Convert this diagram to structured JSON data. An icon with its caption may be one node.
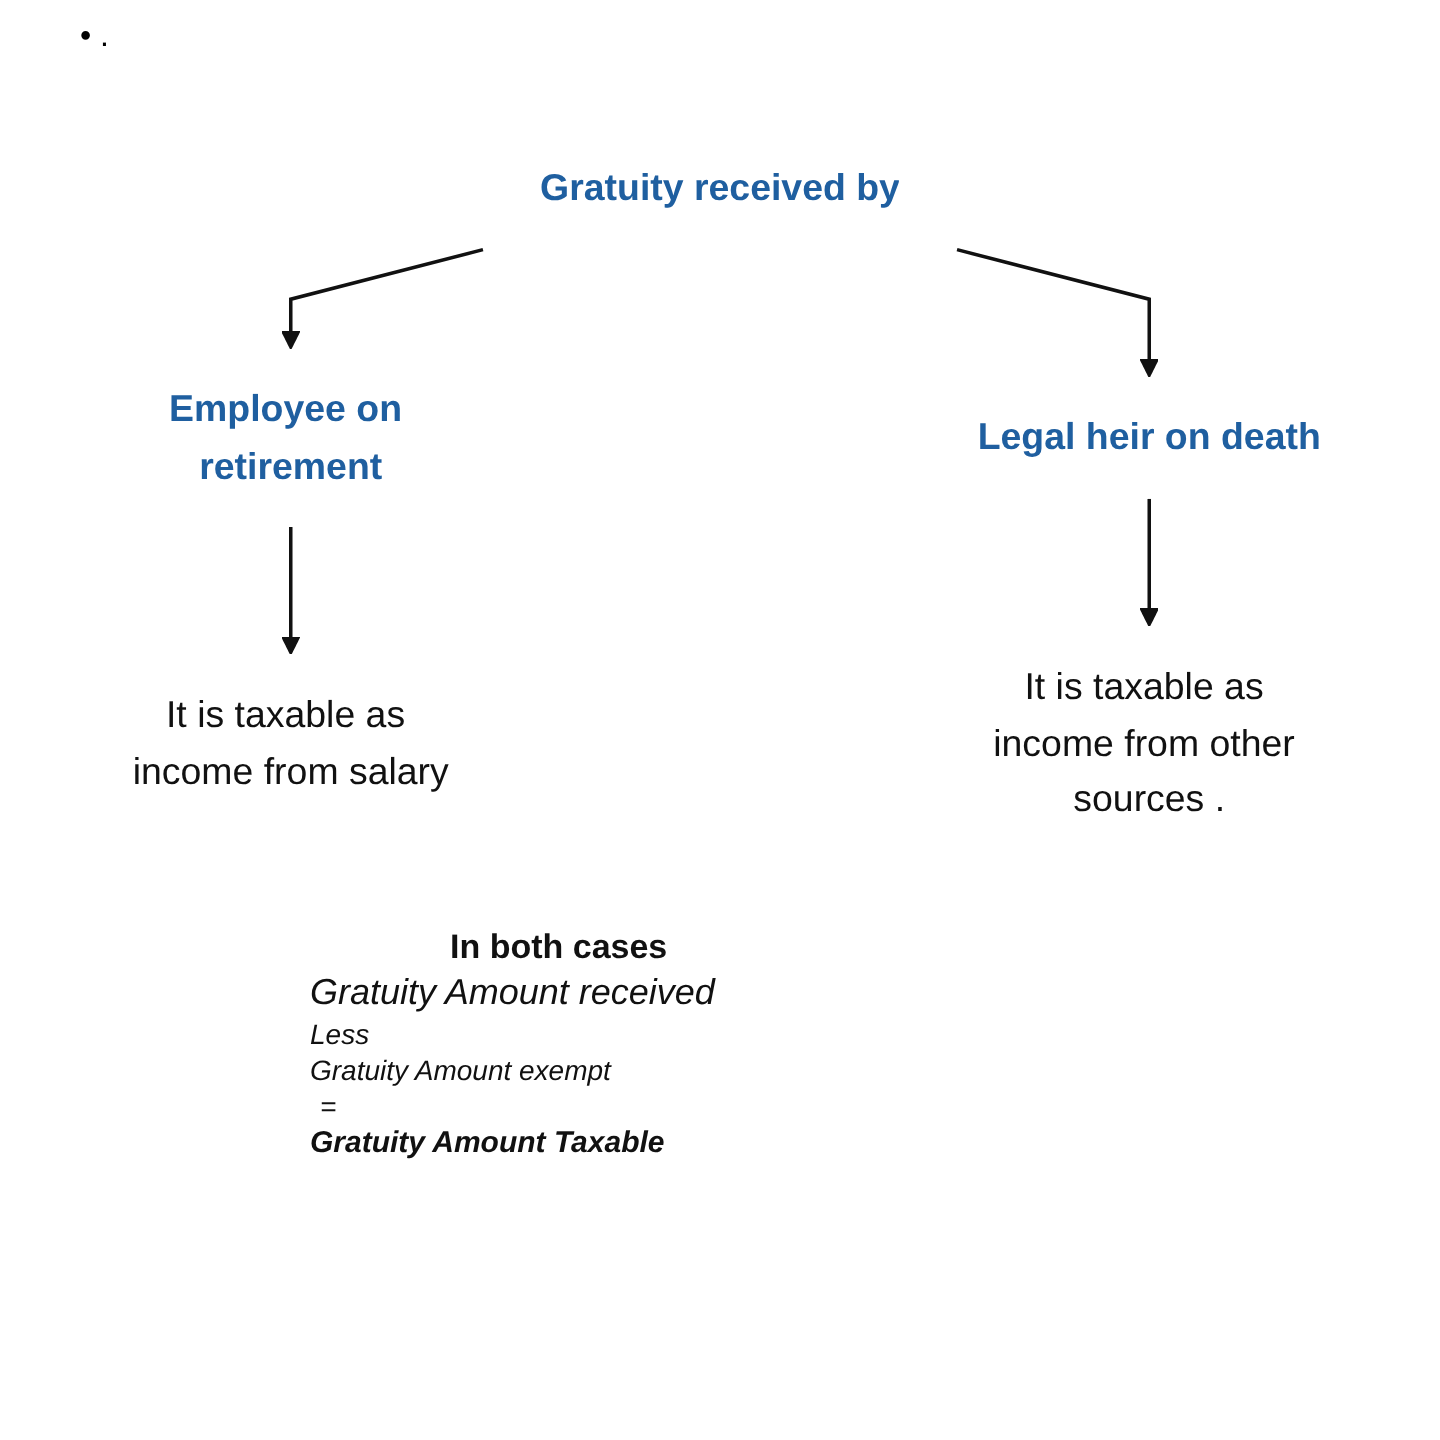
{
  "diagram": {
    "nodes": [
      {
        "text": [
          "Gratuity received by"
        ]
      },
      {
        "text": [
          "Employee on retirement"
        ]
      },
      {
        "text": [
          "Legal heir on death"
        ]
      },
      {
        "text": [
          "It is taxable as income from salary"
        ]
      },
      {
        "text": [
          "It is taxable as income from other sources ."
        ]
      }
    ],
    "edges": [
      {
        "from": 0,
        "to": 1,
        "arrow": "to"
      },
      {
        "from": 0,
        "to": 2,
        "arrow": "to"
      },
      {
        "from": 1,
        "to": 3,
        "arrow": "to"
      },
      {
        "from": 2,
        "to": 4,
        "arrow": "to"
      }
    ],
    "labels": [
      "• .",
      "In both cases",
      "Gratuity Amount received",
      "Less",
      "Gratuity Amount exempt",
      "=",
      "Gratuity Amount Taxable"
    ]
  }
}
